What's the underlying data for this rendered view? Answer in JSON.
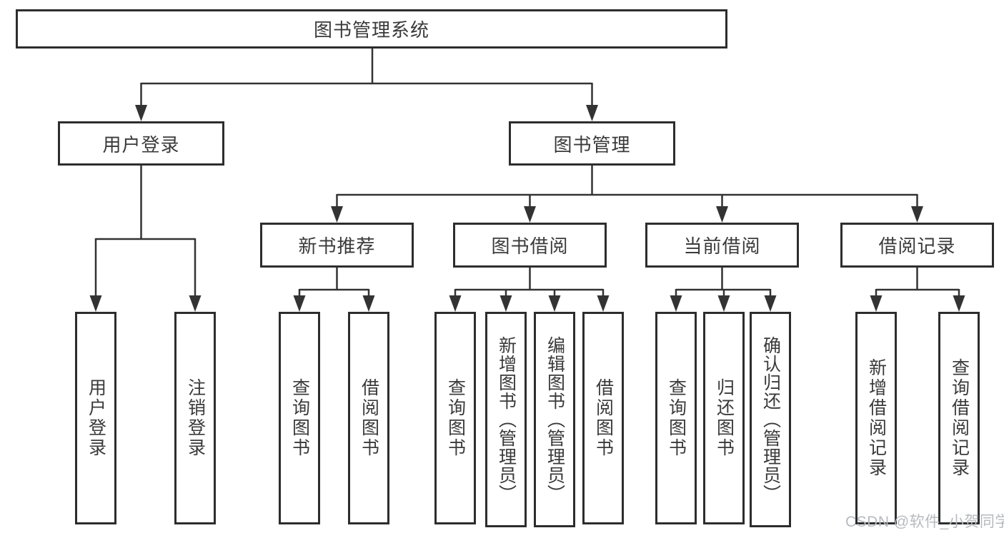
{
  "tree": {
    "root": "图书管理系统",
    "children": [
      {
        "label": "用户登录",
        "leaves": [
          "用户登录",
          "注销登录"
        ]
      },
      {
        "label": "图书管理",
        "children": [
          {
            "label": "新书推荐",
            "leaves": [
              "查询图书",
              "借阅图书"
            ]
          },
          {
            "label": "图书借阅",
            "leaves": [
              "查询图书",
              "新增图书（管理员）",
              "编辑图书（管理员）",
              "借阅图书"
            ]
          },
          {
            "label": "当前借阅",
            "leaves": [
              "查询图书",
              "归还图书",
              "确认归还（管理员）"
            ]
          },
          {
            "label": "借阅记录",
            "leaves": [
              "新增借阅记录",
              "查询借阅记录"
            ]
          }
        ]
      }
    ]
  },
  "watermark": {
    "text": "CSDN @软件_小贺同学"
  },
  "colors": {
    "line": "#333333",
    "border": "#2d2d2d",
    "text": "#3a3a3a",
    "background": "#ffffff",
    "watermark": "#b6babf"
  }
}
